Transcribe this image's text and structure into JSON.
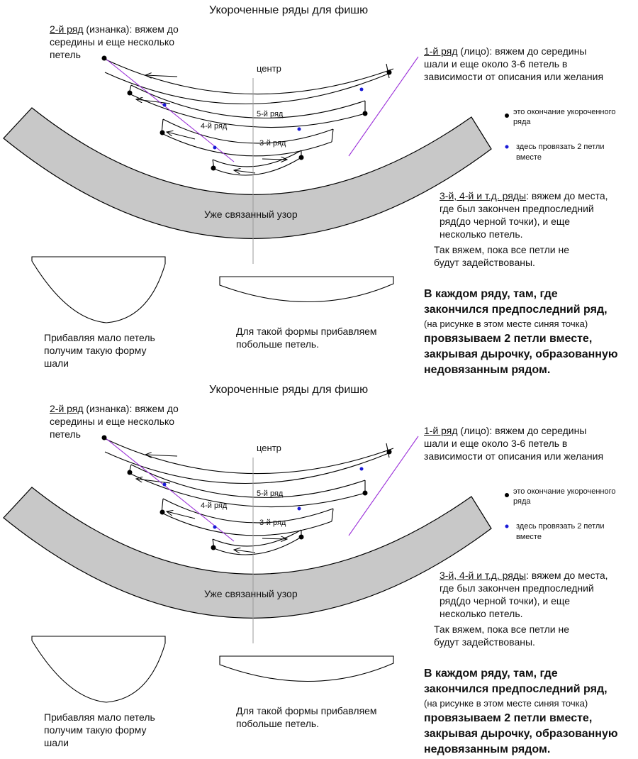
{
  "panels": [
    {
      "title": "Укороченные ряды для фишю",
      "row2_head": "2-й ряд",
      "row2_rest": " (изнанка): вяжем до",
      "row2_line2": "середины и еще несколько",
      "row2_line3": "петель",
      "row1_head": "1-й ряд",
      "row1_rest": " (лицо): вяжем до середины",
      "row1_line2": "шали и еще около 3-6 петель в",
      "row1_line3": "зависимости от описания или желания",
      "center_label": "центр",
      "row5_label": "5-й ряд",
      "row4_label": "4-й ряд",
      "row3_label": "3-й ряд",
      "legend_black_line1": "это окончание укороченного",
      "legend_black_line2": "ряда",
      "legend_blue_line1": "здесь  провязать 2 петли",
      "legend_blue_line2": "вместе",
      "rows34_head": "3-й, 4-й и т.д. ряды",
      "rows34_rest": ": вяжем до места,",
      "rows34_line2": "где был закончен предпоследний",
      "rows34_line3": "ряд(до черной точки), и еще",
      "rows34_line4": "несколько петель.",
      "rows34_line5": "Так вяжем, пока все петли не",
      "rows34_line6": "будут задействованы.",
      "band_label": "Уже связанный узор",
      "bold1": "В каждом ряду, там, где",
      "bold2": "закончился предпоследний ряд,",
      "paren": "(на рисунке в этом месте синяя точка)",
      "bold3": "провязываем 2 петли вместе,",
      "bold4": "закрывая дырочку, образованную",
      "bold5": "недовязанным рядом.",
      "few_line1": "Прибавляя мало петель",
      "few_line2": "получим такую форму",
      "few_line3": "шали",
      "more_line1": "Для такой формы прибавляем",
      "more_line2": "побольше петель."
    },
    {
      "title": "Укороченные ряды для фишю",
      "row2_head": "2-й ряд",
      "row2_rest": " (изнанка): вяжем до",
      "row2_line2": "середины и еще несколько",
      "row2_line3": "петель",
      "row1_head": "1-й ряд",
      "row1_rest": " (лицо): вяжем до середины",
      "row1_line2": "шали и еще около 3-6 петель в",
      "row1_line3": "зависимости от описания или желания",
      "center_label": "центр",
      "row5_label": "5-й ряд",
      "row4_label": "4-й ряд",
      "row3_label": "3-й ряд",
      "legend_black_line1": "это окончание укороченного",
      "legend_black_line2": "ряда",
      "legend_blue_line1": "здесь  провязать 2 петли",
      "legend_blue_line2": "вместе",
      "rows34_head": "3-й, 4-й и т.д. ряды",
      "rows34_rest": ": вяжем до места,",
      "rows34_line2": "где был закончен предпоследний",
      "rows34_line3": "ряд(до черной точки), и еще",
      "rows34_line4": "несколько петель.",
      "rows34_line5": "Так вяжем, пока все петли не",
      "rows34_line6": "будут задействованы.",
      "band_label": "Уже связанный узор",
      "bold1": "В каждом ряду, там, где",
      "bold2": "закончился предпоследний ряд,",
      "paren": "(на рисунке в этом месте синяя точка)",
      "bold3": "провязываем 2 петли вместе,",
      "bold4": "закрывая дырочку, образованную",
      "bold5": "недовязанным рядом.",
      "few_line1": "Прибавляя мало петель",
      "few_line2": "получим такую форму",
      "few_line3": "шали",
      "more_line1": "Для такой формы прибавляем",
      "more_line2": "побольше петель."
    }
  ],
  "colors": {
    "band_fill": "#c8c8c8",
    "outline": "#000000",
    "arrow_line": "#9b30d9",
    "dot_blue": "#1a1ad6",
    "dot_black": "#000000",
    "center_line": "#9a9a9a"
  }
}
